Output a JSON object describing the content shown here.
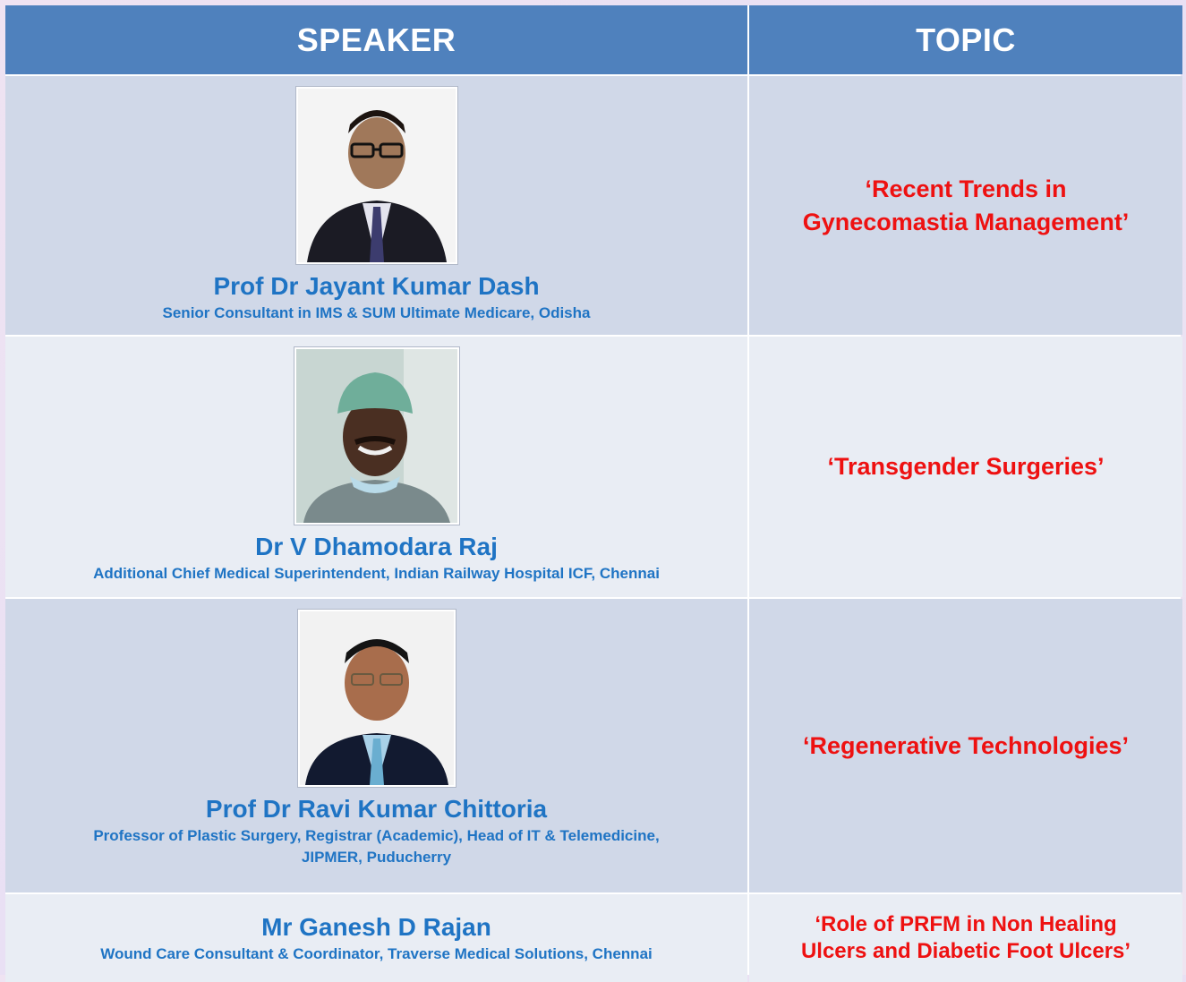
{
  "header": {
    "speaker": "SPEAKER",
    "topic": "TOPIC"
  },
  "rows": [
    {
      "name": "Prof Dr Jayant Kumar Dash",
      "role_lines": [
        "Senior Consultant in IMS & SUM Ultimate Medicare, Odisha"
      ],
      "topic_lines": [
        "‘Recent Trends in",
        "Gynecomastia Management’"
      ]
    },
    {
      "name": "Dr V Dhamodara Raj",
      "role_lines": [
        "Additional Chief Medical Superintendent, Indian Railway Hospital ICF, Chennai"
      ],
      "topic_lines": [
        "‘Transgender Surgeries’"
      ]
    },
    {
      "name": "Prof Dr Ravi Kumar Chittoria",
      "role_lines": [
        "Professor of Plastic Surgery, Registrar (Academic),  Head of IT & Telemedicine,",
        "JIPMER, Puducherry"
      ],
      "topic_lines": [
        "‘Regenerative Technologies’"
      ]
    },
    {
      "name": "Mr Ganesh D Rajan",
      "role_lines": [
        "Wound Care Consultant  & Coordinator, Traverse Medical Solutions, Chennai"
      ],
      "topic_lines": [
        "‘Role of PRFM in Non Healing",
        "Ulcers and Diabetic Foot Ulcers’"
      ]
    }
  ],
  "colors": {
    "header_bg": "#4f81bd",
    "row_odd": "#d0d8e8",
    "row_even": "#e9edf4",
    "name_text": "#1f74c4",
    "topic_text": "#ee1111"
  }
}
